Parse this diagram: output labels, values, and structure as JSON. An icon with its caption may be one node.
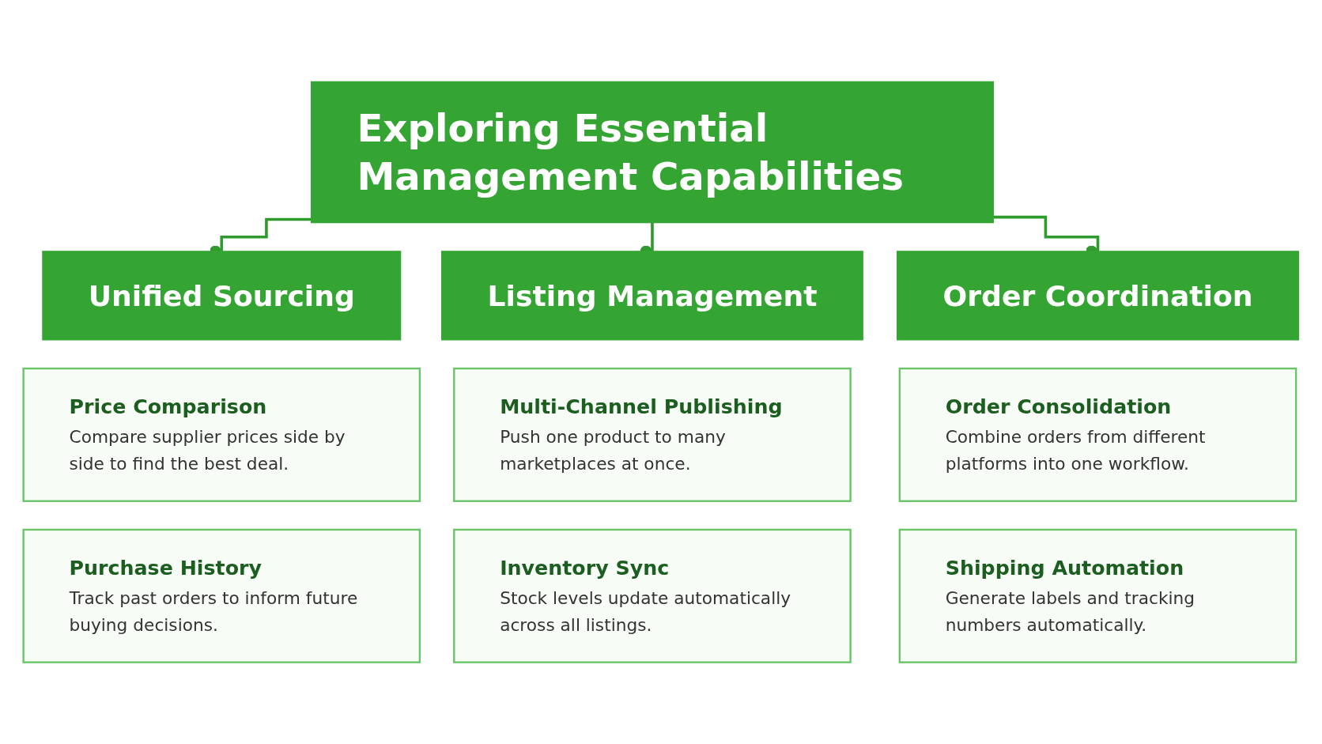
{
  "diagram": {
    "nodes": [
      {
        "text": [
          "Exploring Essential Management Capabilities"
        ]
      },
      {
        "text": [
          "Unified Sourcing"
        ]
      },
      {
        "text": [
          "Listing Management"
        ]
      },
      {
        "text": [
          "Order Coordination"
        ]
      },
      {
        "text": [
          "Price Comparison",
          "Compare supplier prices side by side to find the best deal."
        ]
      },
      {
        "text": [
          "Purchase History",
          "Track past orders to inform future buying decisions."
        ]
      },
      {
        "text": [
          "Multi-Channel Publishing",
          "Push one product to many marketplaces at once."
        ]
      },
      {
        "text": [
          "Inventory Sync",
          "Stock levels update automatically across all listings."
        ]
      },
      {
        "text": [
          "Order Consolidation",
          "Combine orders from different platforms into one workflow."
        ]
      },
      {
        "text": [
          "Shipping Automation",
          "Generate labels and tracking numbers automatically."
        ]
      }
    ],
    "edges": [
      {
        "from": 0,
        "to": 1,
        "arrow": "other"
      },
      {
        "from": 0,
        "to": 2,
        "arrow": "other"
      },
      {
        "from": 0,
        "to": 3,
        "arrow": "other"
      }
    ]
  }
}
